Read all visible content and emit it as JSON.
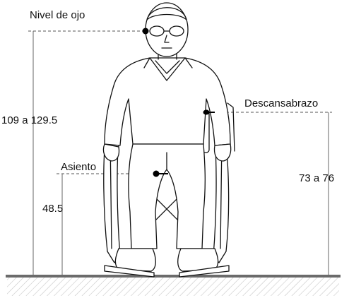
{
  "labels": {
    "eye_level": "Nivel de ojo",
    "armrest": "Descansabrazo",
    "seat": "Asiento"
  },
  "measurements": {
    "eye_height": "109 a 129.5",
    "armrest_height": "73 a 76",
    "seat_height": "48.5"
  },
  "colors": {
    "line": "#111111",
    "dim_line": "#555555",
    "marker": "#000000",
    "floor": "#6b6b6b",
    "hatch": "#c8c8c8"
  },
  "icons": [
    "wheelchair-user-figure",
    "reference-point-marker"
  ]
}
